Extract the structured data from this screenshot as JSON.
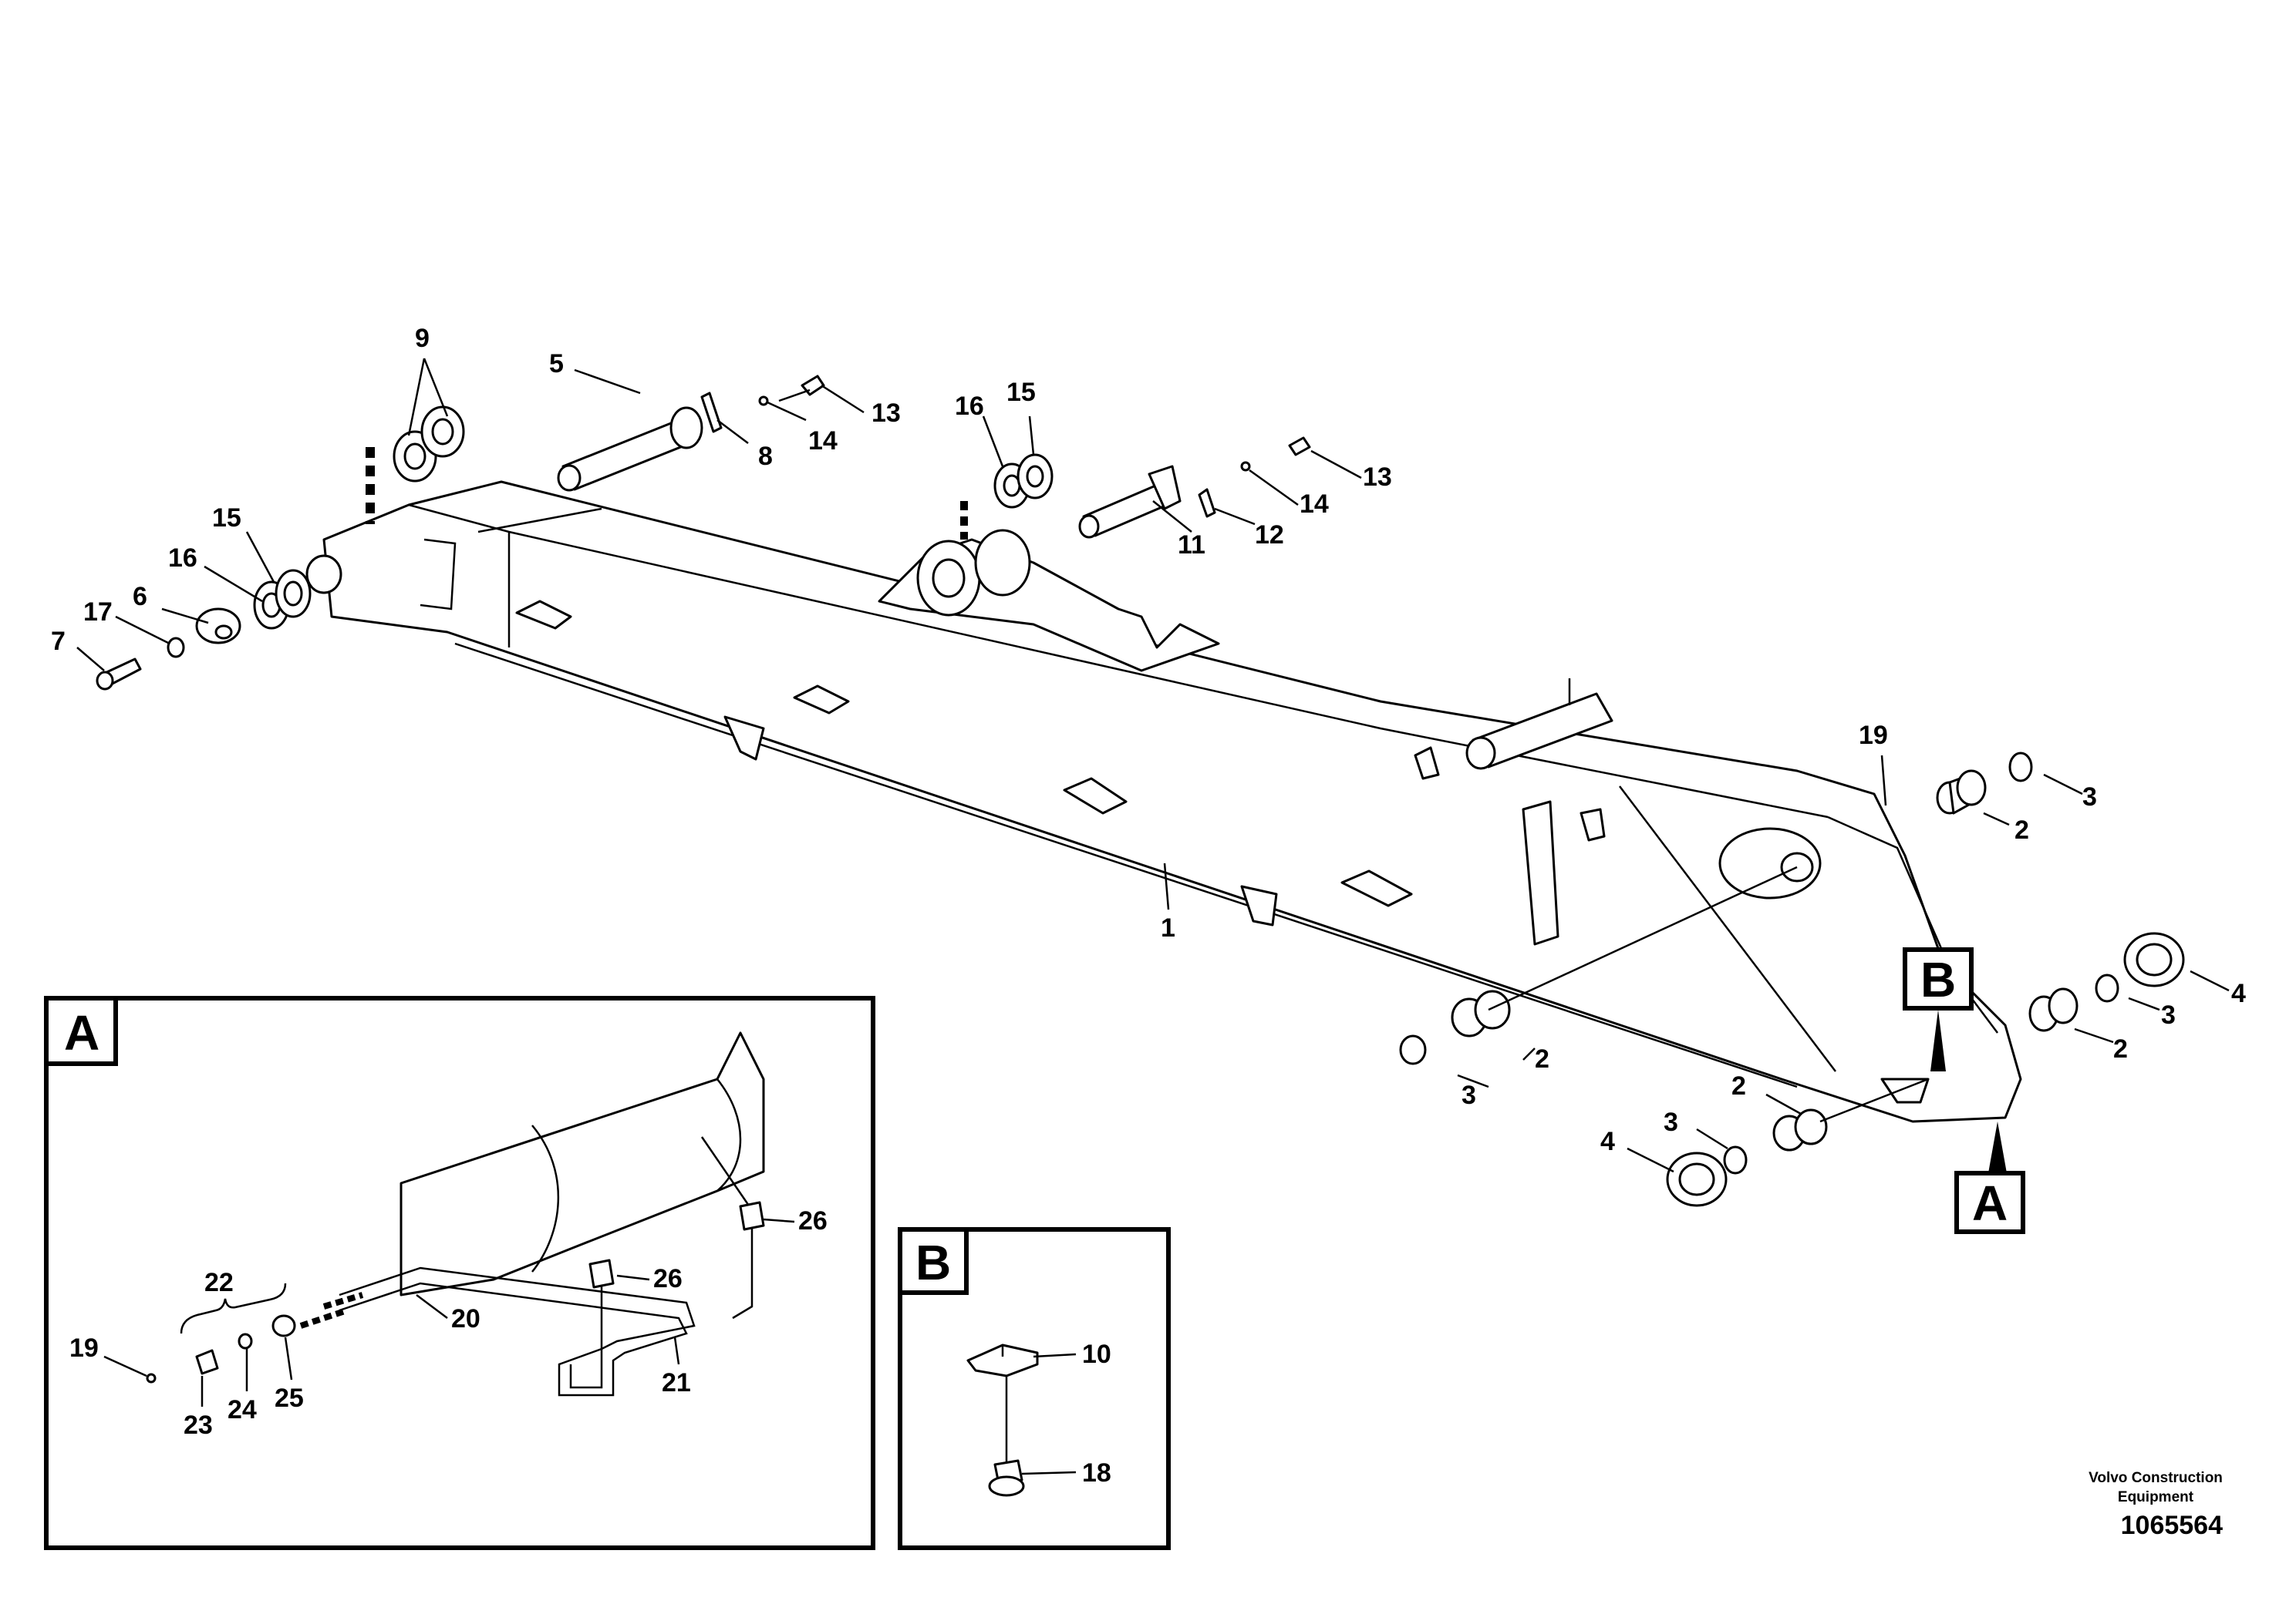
{
  "callouts": {
    "c1": "1",
    "c2": "2",
    "c3": "3",
    "c4": "4",
    "c5": "5",
    "c6": "6",
    "c7": "7",
    "c8": "8",
    "c9": "9",
    "c10": "10",
    "c11": "11",
    "c12": "12",
    "c13": "13",
    "c14": "14",
    "c15": "15",
    "c16": "16",
    "c17": "17",
    "c18": "18",
    "c19": "19",
    "c20": "20",
    "c21": "21",
    "c22": "22",
    "c23": "23",
    "c24": "24",
    "c25": "25",
    "c26": "26"
  },
  "detail_labels": {
    "a": "A",
    "b": "B"
  },
  "footer": {
    "company": "Volvo Construction Equipment",
    "drawing_number": "1065564"
  }
}
